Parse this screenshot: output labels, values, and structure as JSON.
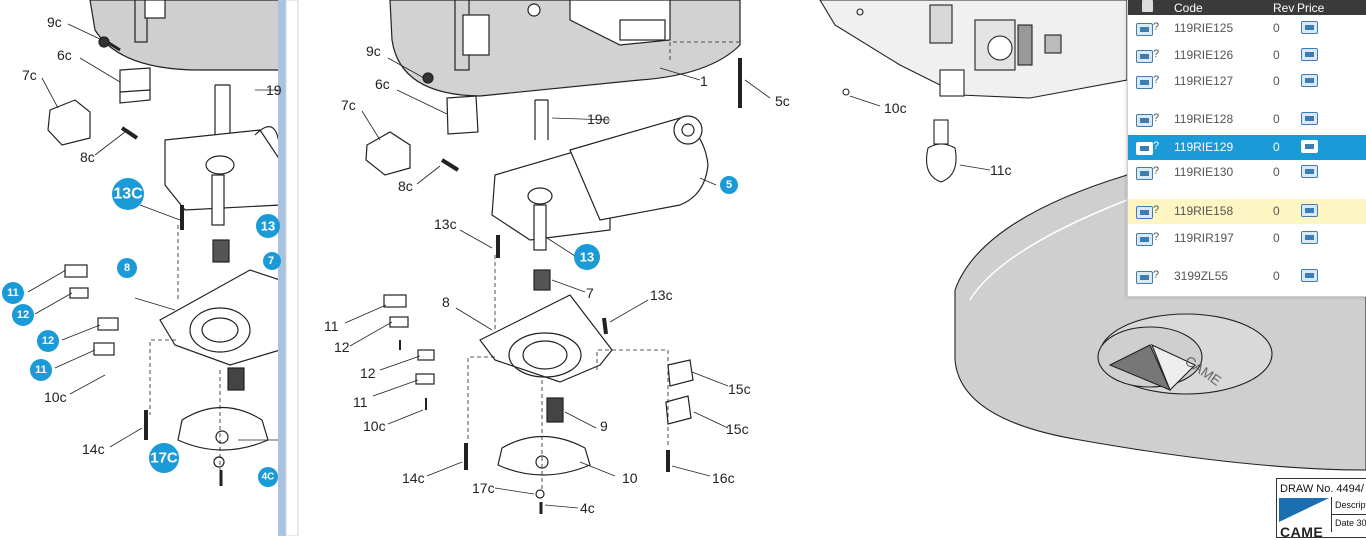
{
  "left_panel": {
    "labels": [
      "9c",
      "6c",
      "7c",
      "8c",
      "19",
      "14c",
      "10c"
    ],
    "badges": [
      "13C",
      "13",
      "7",
      "8",
      "11",
      "12",
      "12",
      "11",
      "17C",
      "4C"
    ]
  },
  "center_panel": {
    "labels": [
      "9c",
      "6c",
      "7c",
      "8c",
      "19c",
      "1",
      "5c",
      "13c",
      "7",
      "8",
      "13c",
      "11",
      "12",
      "12",
      "11",
      "10c",
      "9",
      "15c",
      "15c",
      "14c",
      "17c",
      "10",
      "4c",
      "16c"
    ],
    "badges": [
      "5",
      "13"
    ]
  },
  "right_panel": {
    "labels": [
      "10c",
      "11c"
    ],
    "cover_logo": "CAME"
  },
  "parts_table": {
    "headers": {
      "code": "Code",
      "rev": "Rev",
      "price": "Price"
    },
    "rows": [
      {
        "code": "119RIE125",
        "rev": "0",
        "mark": "?",
        "state": "normal"
      },
      {
        "code": "119RIE126",
        "rev": "0",
        "mark": "?",
        "state": "normal"
      },
      {
        "code": "119RIE127",
        "rev": "0",
        "mark": "?",
        "state": "normal"
      },
      {
        "code": "119RIE128",
        "rev": "0",
        "mark": "?",
        "state": "normal"
      },
      {
        "code": "119RIE129",
        "rev": "0",
        "mark": "?",
        "state": "selected"
      },
      {
        "code": "119RIE130",
        "rev": "0",
        "mark": "?",
        "state": "normal"
      },
      {
        "code": "119RIE158",
        "rev": "0",
        "mark": "?",
        "state": "highlighted"
      },
      {
        "code": "119RIR197",
        "rev": "0",
        "mark": "?",
        "state": "normal"
      },
      {
        "code": "3199ZL55",
        "rev": "0",
        "mark": "?",
        "state": "normal"
      }
    ]
  },
  "title_block": {
    "draw_no": "DRAW No. 4494/",
    "description": "Descript",
    "date": "Date 30",
    "logo": "CAME"
  },
  "colors": {
    "badge": "#1a9ad6",
    "selected": "#1a9ad6",
    "highlight": "#fdf6c3",
    "divider": "#a9c3e0"
  }
}
